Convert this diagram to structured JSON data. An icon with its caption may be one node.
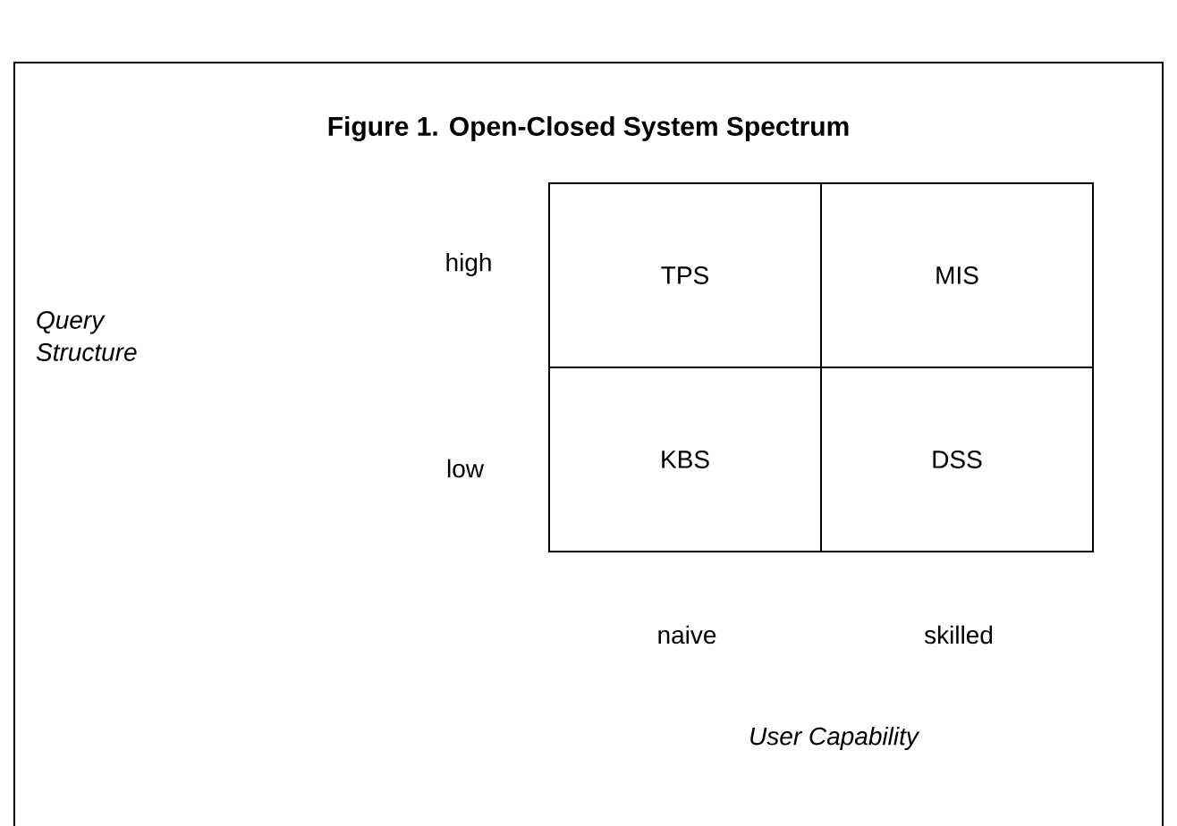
{
  "diagram": {
    "title": "Figure 1. Open-Closed System Spectrum",
    "nodes": [
      {
        "text": [
          "TPS"
        ]
      },
      {
        "text": [
          "MIS"
        ]
      },
      {
        "text": [
          "KBS"
        ]
      },
      {
        "text": [
          "DSS"
        ]
      }
    ],
    "labels": [
      "high",
      "Query Structure",
      "low",
      "naive",
      "skilled",
      "User Capability"
    ]
  }
}
